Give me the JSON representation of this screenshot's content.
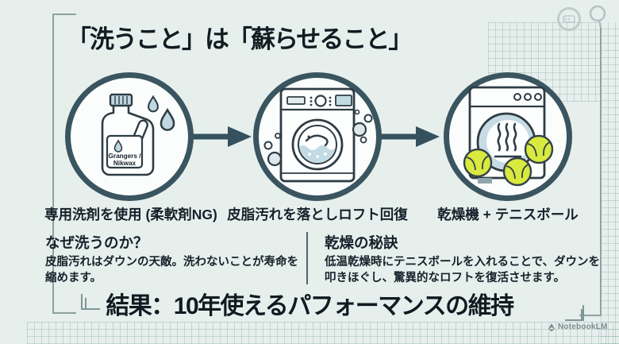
{
  "header": {
    "title": "「洗うこと」は「蘇らせること」"
  },
  "steps": [
    {
      "caption": "専用洗剤を使用 (柔軟剤NG)",
      "icon": "detergent-bottle-icon",
      "bottle_label_line1": "Grangers /",
      "bottle_label_line2": "Nikwax"
    },
    {
      "caption": "皮脂汚れを落としロフト回復",
      "icon": "washing-machine-icon"
    },
    {
      "caption": "乾燥機 + テニスボール",
      "icon": "dryer-tennis-balls-icon"
    }
  ],
  "notes": [
    {
      "heading": "なぜ洗うのか？",
      "body": "皮脂汚れはダウンの天敵。洗わないことが寿命を縮めます。"
    },
    {
      "heading": "乾燥の秘訣",
      "body": "低温乾燥時にテニスボールを入れることで、ダウンを叩きほぐし、驚異的なロフトを復活させます。"
    }
  ],
  "result": {
    "text": "結果：10年使えるパフォーマンスの維持"
  },
  "watermark": {
    "brand": "NotebookLM"
  },
  "colors": {
    "background": "#e7efed",
    "ink": "#131e26",
    "circle_ring": "#3a5560",
    "arrow": "#35515e",
    "light_blue": "#bfd8e2",
    "tennis_yellow": "#d9e93f",
    "frame_gray": "#8ea2a0",
    "watermark_gray": "#7c8c8c"
  }
}
